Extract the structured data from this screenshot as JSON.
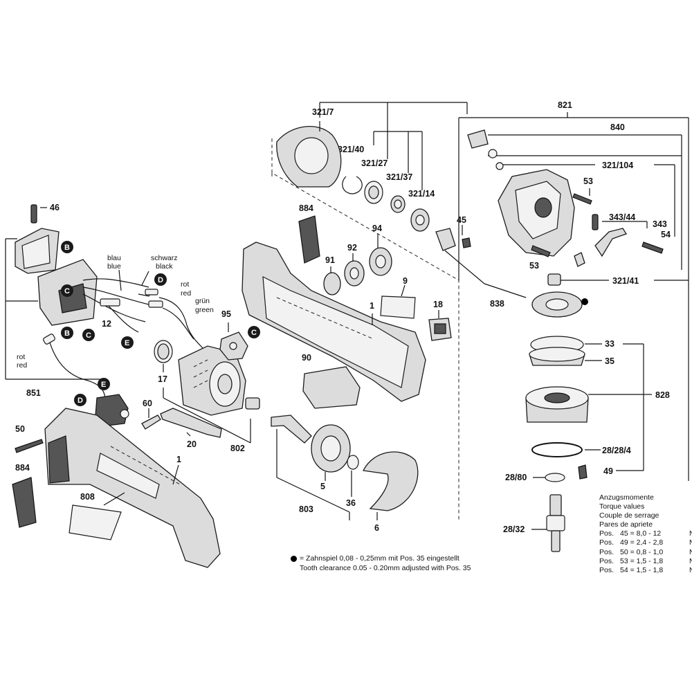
{
  "part_labels": {
    "p46": "46",
    "p884a": "884",
    "p884b": "884",
    "p94": "94",
    "p92": "92",
    "p91": "91",
    "p9": "9",
    "p18": "18",
    "p1a": "1",
    "p1b": "1",
    "p95": "95",
    "p90": "90",
    "p12": "12",
    "p17": "17",
    "p60": "60",
    "p20": "20",
    "p802": "802",
    "p5": "5",
    "p36": "36",
    "p803": "803",
    "p6": "6",
    "p851": "851",
    "p50": "50",
    "p808": "808",
    "p321_7": "321/7",
    "p321_40": "321/40",
    "p321_27": "321/27",
    "p321_37": "321/37",
    "p321_14": "321/14",
    "p45": "45",
    "p821": "821",
    "p840": "840",
    "p321_104": "321/104",
    "p53a": "53",
    "p53b": "53",
    "p343_44": "343/44",
    "p343": "343",
    "p54": "54",
    "p321_41": "321/41",
    "p838": "838",
    "p33": "33",
    "p35": "35",
    "p828": "828",
    "p28_28_4": "28/28/4",
    "p28_80": "28/80",
    "p49": "49",
    "p28_32": "28/32"
  },
  "connectors": {
    "B1": "B",
    "B2": "B",
    "C1": "C",
    "C2": "C",
    "D1": "D",
    "D2": "D",
    "E1": "E",
    "E2": "E"
  },
  "wire_labels": {
    "blau": "blau",
    "blue": "blue",
    "schwarz": "schwarz",
    "black": "black",
    "rot1": "rot",
    "red1": "red",
    "gruen": "grün",
    "green": "green",
    "rot2": "rot",
    "red2": "red"
  },
  "note": {
    "de": "= Zahnspiel 0,08 - 0,25mm mit Pos. 35 eingestellt",
    "en": "Tooth clearance 0.05 - 0.20mm adjusted with Pos. 35"
  },
  "torque": {
    "title_de": "Anzugsmomente",
    "title_en": "Torque values",
    "title_fr": "Couple de serrage",
    "title_ro": "Pares de apriete",
    "rows": [
      {
        "pos": "Pos.",
        "num": "45 = 8,0 - 12",
        "unit": "Nm"
      },
      {
        "pos": "Pos.",
        "num": "49 = 2,4 - 2,8",
        "unit": "Nm"
      },
      {
        "pos": "Pos.",
        "num": "50 = 0,8 - 1,0",
        "unit": "Nm"
      },
      {
        "pos": "Pos.",
        "num": "53 = 1,5 - 1,8",
        "unit": "Nm"
      },
      {
        "pos": "Pos.",
        "num": "54 = 1,5 - 1,8",
        "unit": "Nm"
      }
    ]
  }
}
